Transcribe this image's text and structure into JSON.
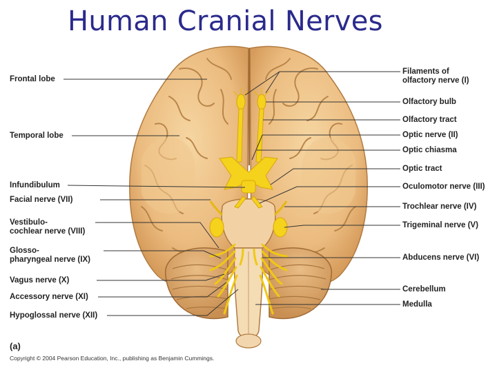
{
  "title": "Human Cranial Nerves",
  "labels_left": [
    {
      "id": "frontal-lobe",
      "text": "Frontal lobe"
    },
    {
      "id": "temporal-lobe",
      "text": "Temporal lobe"
    },
    {
      "id": "infundibulum",
      "text": "Infundibulum"
    },
    {
      "id": "facial-nerve",
      "text": "Facial nerve (VII)"
    },
    {
      "id": "vestibulocochlear-nerve",
      "line1": "Vestibulo-",
      "line2": "cochlear nerve (VIII)"
    },
    {
      "id": "glossopharyngeal-nerve",
      "line1": "Glosso-",
      "line2": "pharyngeal nerve (IX)"
    },
    {
      "id": "vagus-nerve",
      "text": "Vagus nerve (X)"
    },
    {
      "id": "accessory-nerve",
      "text": "Accessory nerve (XI)"
    },
    {
      "id": "hypoglossal-nerve",
      "text": "Hypoglossal nerve (XII)"
    }
  ],
  "labels_right": [
    {
      "id": "olfactory-filaments",
      "line1": "Filaments of",
      "line2": "olfactory nerve (I)"
    },
    {
      "id": "olfactory-bulb",
      "text": "Olfactory bulb"
    },
    {
      "id": "olfactory-tract",
      "text": "Olfactory tract"
    },
    {
      "id": "optic-nerve",
      "text": "Optic nerve (II)"
    },
    {
      "id": "optic-chiasma",
      "text": "Optic chiasma"
    },
    {
      "id": "optic-tract",
      "text": "Optic tract"
    },
    {
      "id": "oculomotor-nerve",
      "text": "Oculomotor nerve (III)"
    },
    {
      "id": "trochlear-nerve",
      "text": "Trochlear nerve (IV)"
    },
    {
      "id": "trigeminal-nerve",
      "text": "Trigeminal nerve (V)"
    },
    {
      "id": "abducens-nerve",
      "text": "Abducens nerve (VI)"
    },
    {
      "id": "cerebellum",
      "text": "Cerebellum"
    },
    {
      "id": "medulla",
      "text": "Medulla"
    }
  ],
  "panel_label": "(a)",
  "copyright": "Copyright © 2004 Pearson Education, Inc., publishing as Benjamin Cummings.",
  "colors": {
    "title": "#2a2a8c",
    "brain": "#e9b77a",
    "brain_light": "#f3cf97",
    "sulcus": "#b9854a",
    "nerve": "#f5d21c",
    "cerebellum": "#d9a46a",
    "leader": "#333333"
  }
}
